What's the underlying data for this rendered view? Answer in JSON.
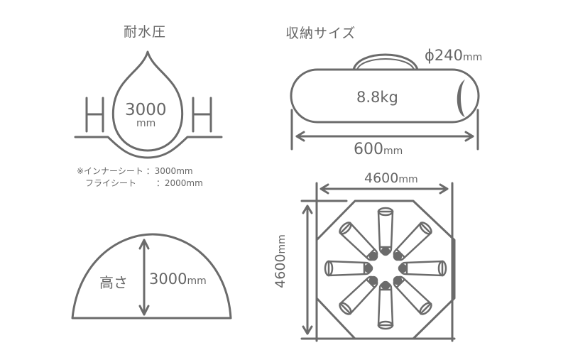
{
  "colors": {
    "stroke": "#6b6b6b",
    "text": "#666666",
    "background": "#ffffff"
  },
  "water_resistance": {
    "title": "耐水圧",
    "value": "3000",
    "unit": "mm",
    "notes": [
      {
        "label": "※インナーシート",
        "value": "：3000mm"
      },
      {
        "label": "　フライシート",
        "value": "：2000mm"
      }
    ]
  },
  "storage_size": {
    "title": "収納サイズ",
    "diameter": "ϕ240",
    "diameter_unit": "mm",
    "weight": "8.8kg",
    "length": "600",
    "length_unit": "mm"
  },
  "height": {
    "label": "高さ",
    "value": "3000",
    "unit": "mm"
  },
  "floor_plan": {
    "width": "4600",
    "width_unit": "mm",
    "depth": "4600",
    "depth_unit": "mm",
    "sleeping_bags": 8
  }
}
